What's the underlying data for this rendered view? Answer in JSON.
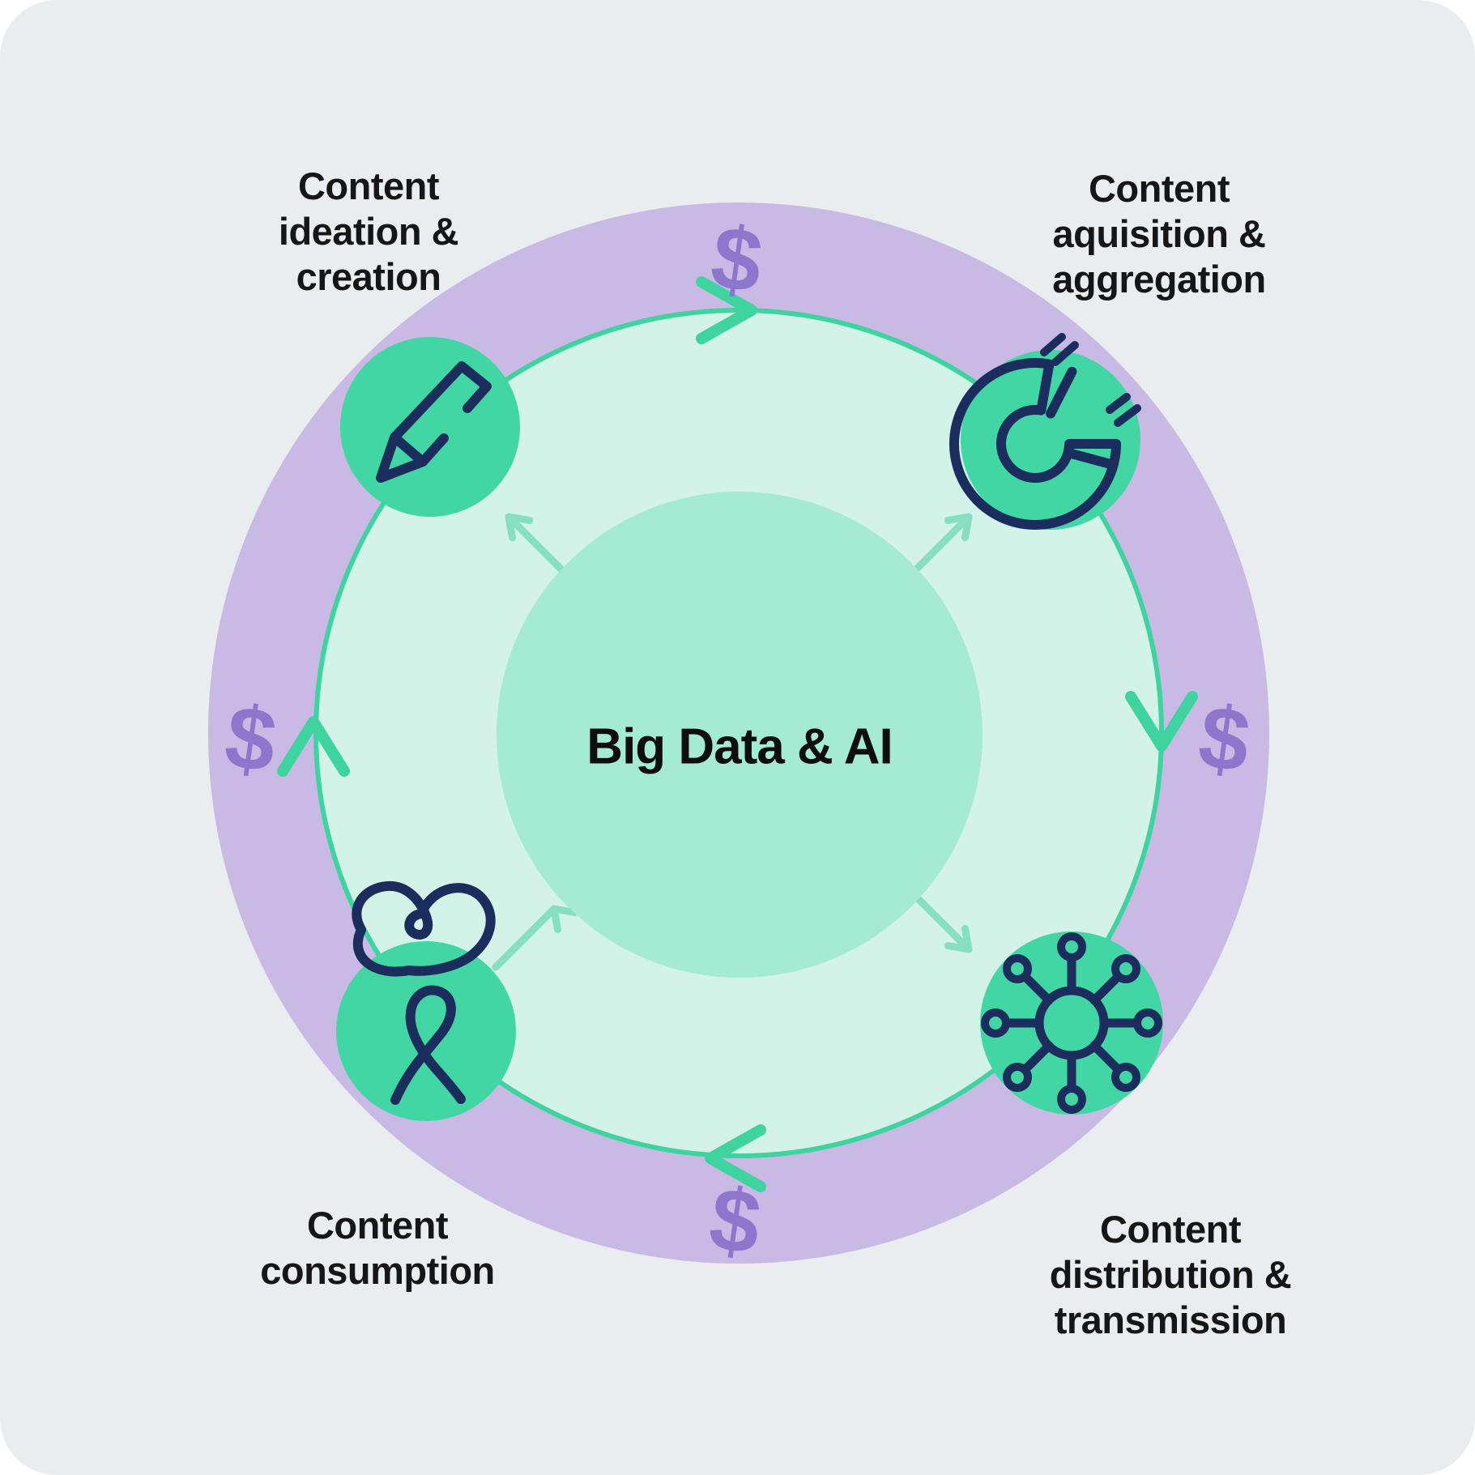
{
  "title": {
    "text": "Big Data & AI"
  },
  "currency_symbol": "$",
  "stages": {
    "top_left": {
      "lines": [
        "Content",
        "ideation &",
        "creation"
      ],
      "icon": "pencil-icon"
    },
    "top_right": {
      "lines": [
        "Content",
        "aquisition &",
        "aggregation"
      ],
      "icon": "magnet-icon"
    },
    "bottom_right": {
      "lines": [
        "Content",
        "distribution &",
        "transmission"
      ],
      "icon": "hub-network-icon"
    },
    "bottom_left": {
      "lines": [
        "Content",
        "consumption"
      ],
      "icon": "person-icon"
    }
  },
  "colors": {
    "background": "#e9edf0",
    "outer_ring_purple": "#c9bae5",
    "inner_circle_fill": "#d4f3e8",
    "cycle_green": "#3fd3a0",
    "center_circle_fill": "#a5ead2",
    "stage_circle_fill": "#42d6a4",
    "icon_stroke_navy": "#1b2d5c",
    "dollar_purple": "#8d77cd",
    "diagonal_arrow_green": "#85dfc0",
    "label_text": "#161616"
  }
}
